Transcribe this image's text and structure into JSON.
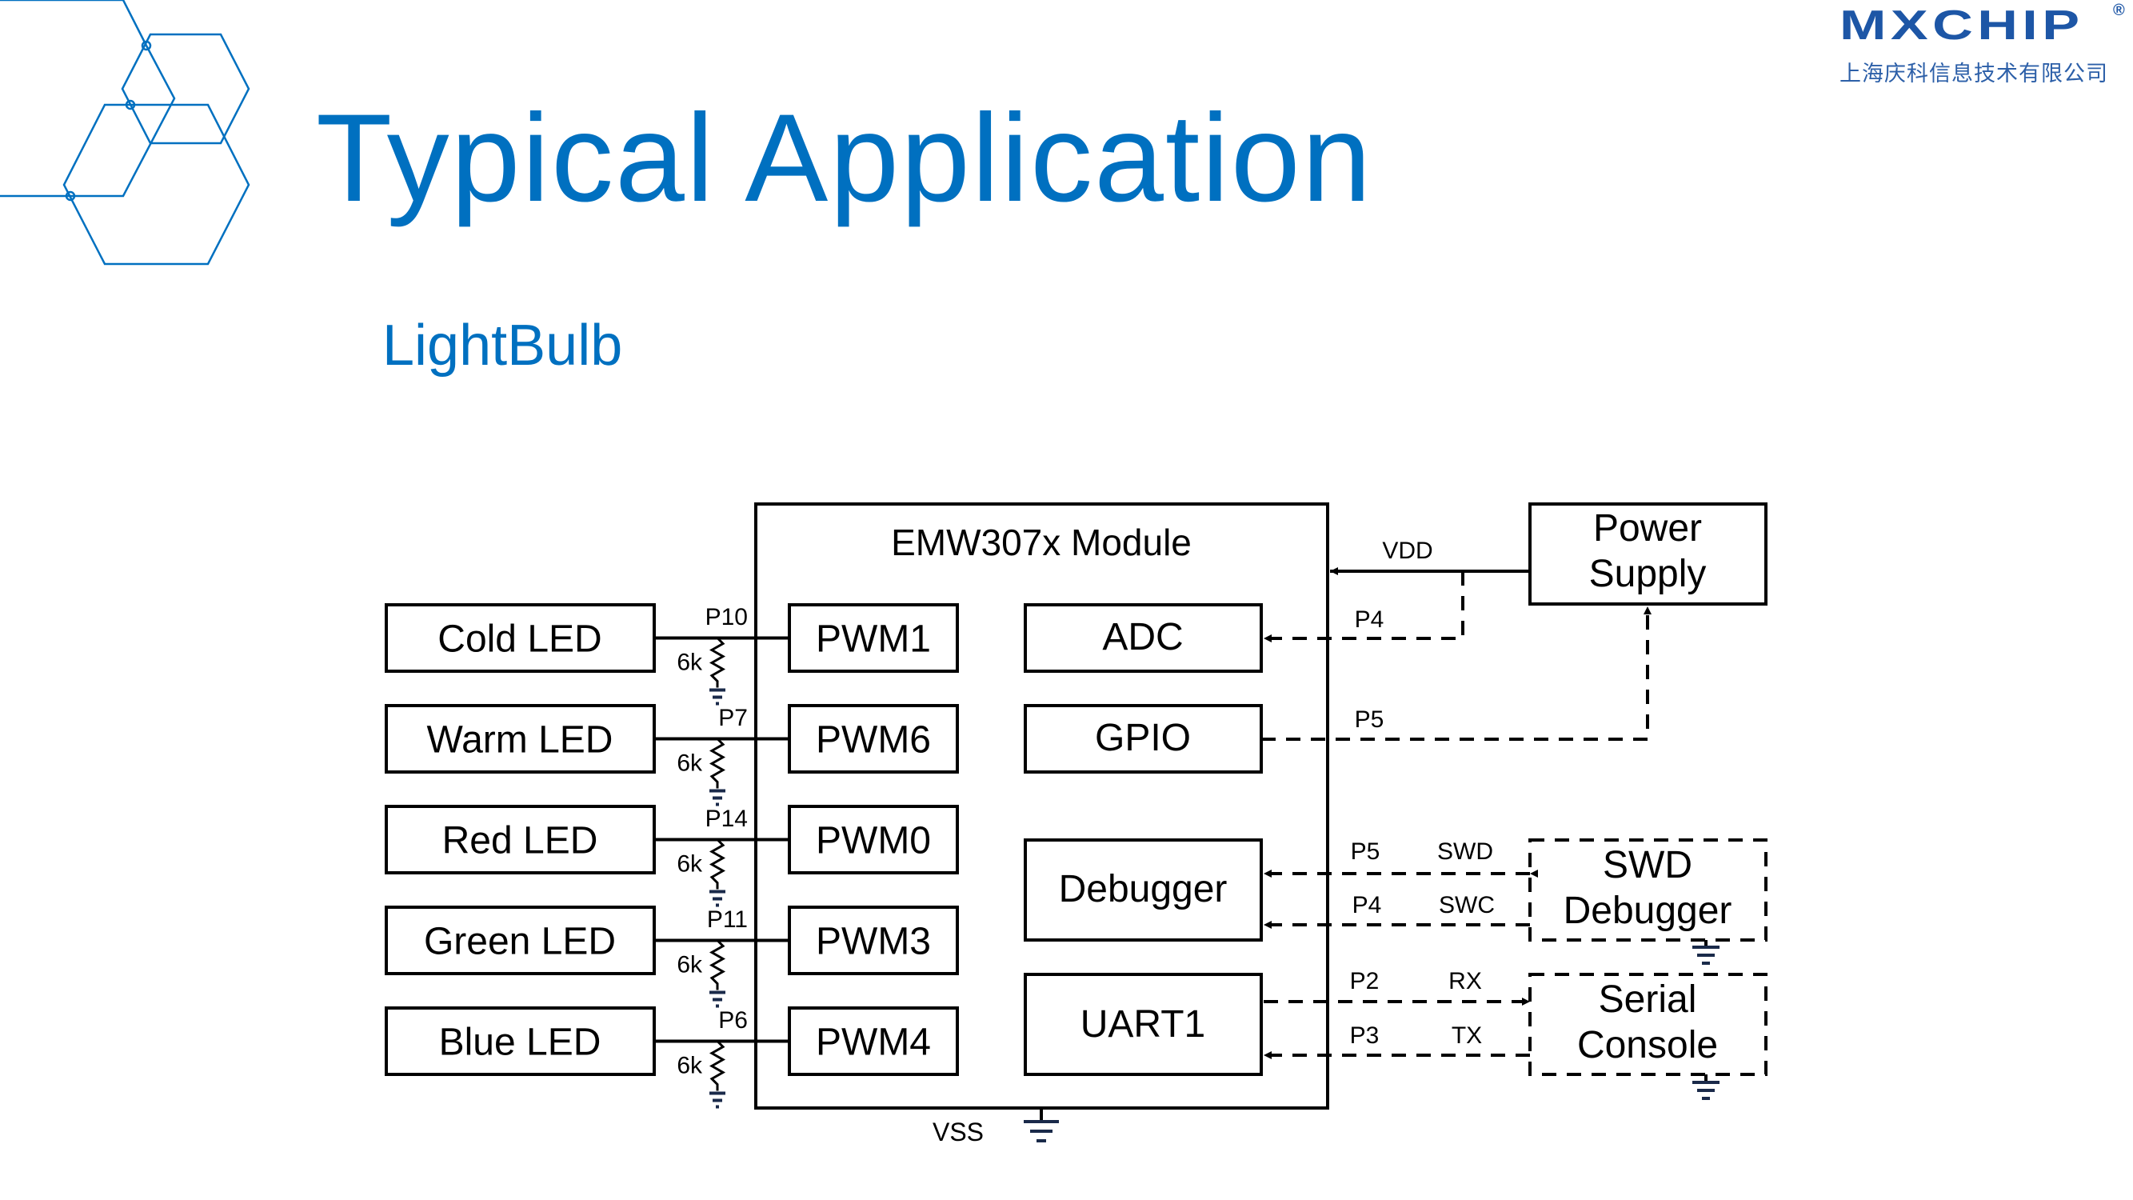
{
  "slide": {
    "title": "Typical Application",
    "subtitle": "LightBulb"
  },
  "logo": {
    "brand": "MXCHIP",
    "registered": "®",
    "company_cn": "上海庆科信息技术有限公司"
  },
  "colors": {
    "accent_blue": "#0070c0",
    "logo_blue": "#1d56a6",
    "line": "#000000",
    "ground": "#1a2a4a"
  },
  "diagram": {
    "module": {
      "label": "EMW307x Module",
      "pwm_blocks": [
        "PWM1",
        "PWM6",
        "PWM0",
        "PWM3",
        "PWM4"
      ],
      "peripherals": {
        "adc": "ADC",
        "gpio": "GPIO",
        "debugger": "Debugger",
        "uart": "UART1"
      },
      "ground_label": "VSS"
    },
    "leds": [
      {
        "label": "Cold LED",
        "pin": "P10",
        "resistor": "6k",
        "pwm": "PWM1"
      },
      {
        "label": "Warm LED",
        "pin": "P7",
        "resistor": "6k",
        "pwm": "PWM6"
      },
      {
        "label": "Red LED",
        "pin": "P14",
        "resistor": "6k",
        "pwm": "PWM0"
      },
      {
        "label": "Green LED",
        "pin": "P11",
        "resistor": "6k",
        "pwm": "PWM3"
      },
      {
        "label": "Blue LED",
        "pin": "P6",
        "resistor": "6k",
        "pwm": "PWM4"
      }
    ],
    "power_supply": {
      "label_line1": "Power",
      "label_line2": "Supply",
      "vdd_label": "VDD",
      "adc_pin": "P4",
      "gpio_pin": "P5"
    },
    "swd_debugger": {
      "label_line1": "SWD",
      "label_line2": "Debugger",
      "lines": [
        {
          "pin": "P5",
          "signal": "SWD"
        },
        {
          "pin": "P4",
          "signal": "SWC"
        }
      ]
    },
    "serial_console": {
      "label_line1": "Serial",
      "label_line2": "Console",
      "lines": [
        {
          "pin": "P2",
          "signal": "RX"
        },
        {
          "pin": "P3",
          "signal": "TX"
        }
      ]
    }
  }
}
